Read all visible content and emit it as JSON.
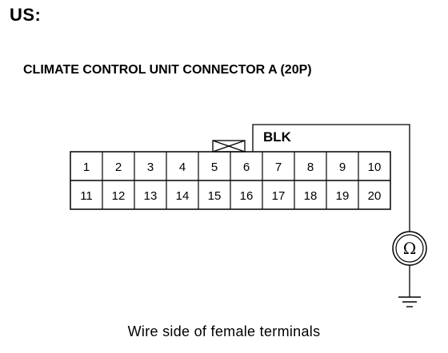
{
  "region_label": "US:",
  "connector": {
    "title": "CLIMATE CONTROL UNIT CONNECTOR A (20P)",
    "pins_top": [
      "1",
      "2",
      "3",
      "4",
      "5",
      "6",
      "7",
      "8",
      "9",
      "10"
    ],
    "pins_bottom": [
      "11",
      "12",
      "13",
      "14",
      "15",
      "16",
      "17",
      "18",
      "19",
      "20"
    ]
  },
  "wire": {
    "label": "BLK"
  },
  "meter": {
    "symbol": "Ω",
    "icon": "ohmmeter-icon"
  },
  "ground": {
    "icon": "ground-icon"
  },
  "caption": "Wire side of female terminals"
}
